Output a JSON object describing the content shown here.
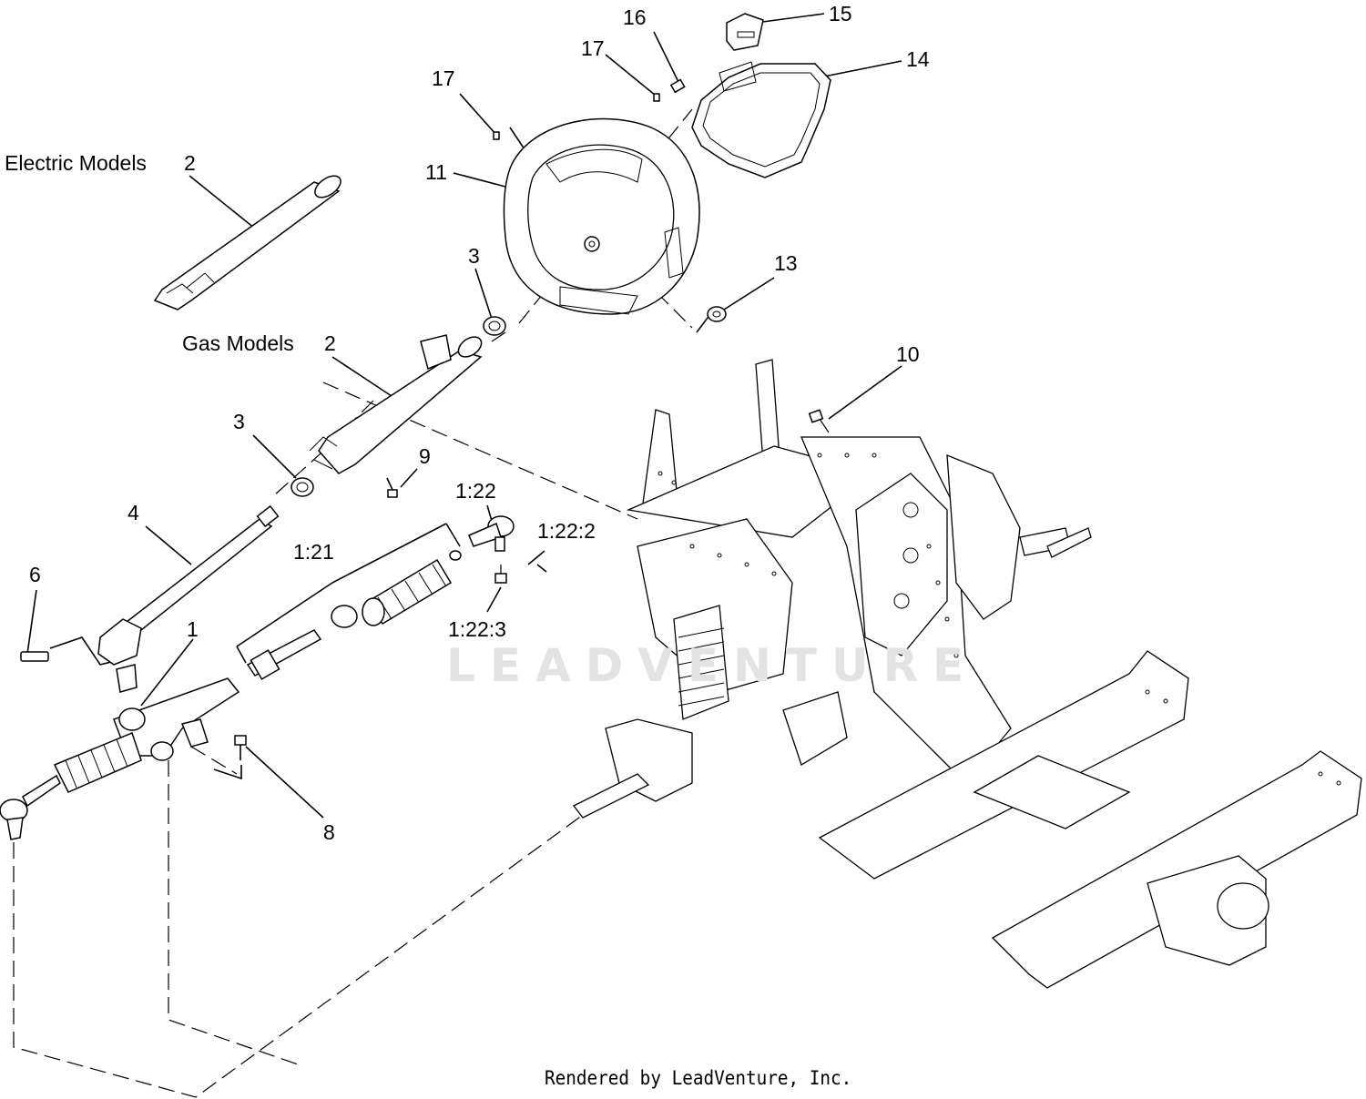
{
  "labels": {
    "electric_models": "Electric Models",
    "gas_models": "Gas Models"
  },
  "callouts": {
    "c1": "1",
    "c2_electric": "2",
    "c2_gas": "2",
    "c3_upper": "3",
    "c3_lower": "3",
    "c4": "4",
    "c6": "6",
    "c8": "8",
    "c9": "9",
    "c10": "10",
    "c11": "11",
    "c13": "13",
    "c14": "14",
    "c15": "15",
    "c16": "16",
    "c17_upper": "17",
    "c17_left": "17",
    "c1_21": "1:21",
    "c1_22": "1:22",
    "c1_22_2": "1:22:2",
    "c1_22_3": "1:22:3"
  },
  "watermark": "LEADVENTURE",
  "credit": "Rendered by LeadVenture, Inc."
}
